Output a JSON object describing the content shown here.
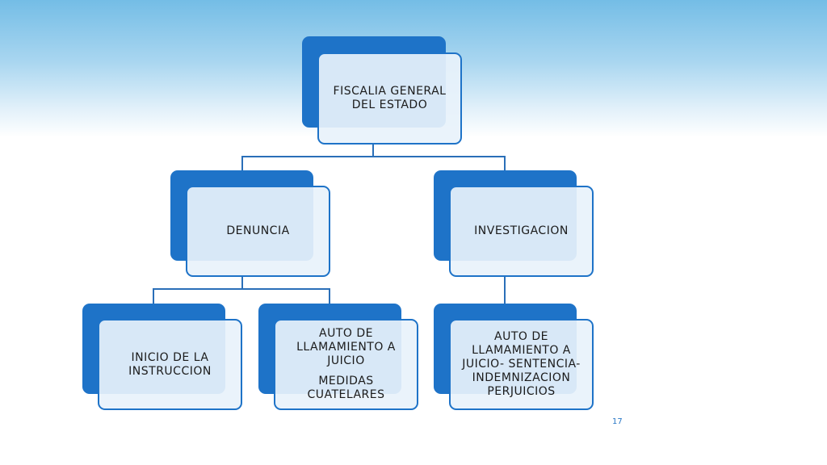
{
  "diagram": {
    "root": {
      "lines": [
        "FISCALIA GENERAL",
        "DEL ESTADO"
      ]
    },
    "denuncia": {
      "lines": [
        "DENUNCIA"
      ]
    },
    "investigacion": {
      "lines": [
        "INVESTIGACION"
      ]
    },
    "inicio": {
      "lines": [
        "INICIO DE LA",
        "INSTRUCCION"
      ]
    },
    "auto_denuncia": {
      "lines": [
        "AUTO DE",
        "LLAMAMIENTO A",
        "JUICIO"
      ],
      "lines2": [
        "MEDIDAS",
        "CUATELARES"
      ]
    },
    "auto_investigacion": {
      "lines": [
        "AUTO DE",
        "LLAMAMIENTO A",
        "JUICIO- SENTENCIA-",
        "INDEMNIZACION",
        "PERJUICIOS"
      ]
    }
  },
  "colors": {
    "accent": "#1e73c8",
    "node_fill": "#e8f2fb",
    "connector": "#2a6fb8"
  },
  "slide_number": "17"
}
